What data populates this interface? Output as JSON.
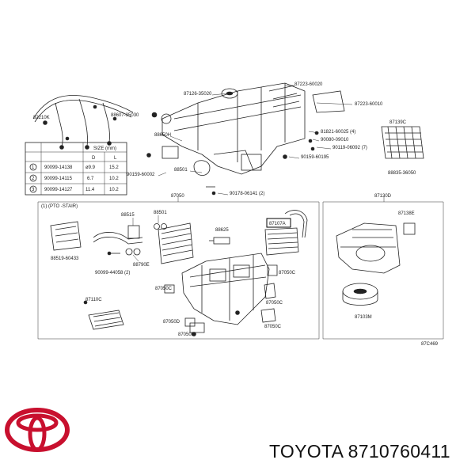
{
  "labels": {
    "l82210K": "82210K",
    "l88607": "88607-35030",
    "l87126": "87126-35020",
    "l87223": "87223-60020",
    "l87223b": "87223-60010",
    "l88650H": "88650H",
    "l81821": "81821-60025 (4)",
    "l90080": "90080-09010",
    "l90119a": "90119-06092 (7)",
    "l87139C": "87139C",
    "l90139b": "90159-60195",
    "l90159": "90159-60002",
    "l88501": "88501",
    "l88835": "88835-36050",
    "l90178": "90178-06141 (2)",
    "l87050": "87050",
    "l87130D": "87130D",
    "l88515": "88515",
    "l88501b": "88501",
    "l88625": "88625",
    "l87107A": "87107A",
    "l87138E": "87138E",
    "l88519": "88519-60433",
    "l88790E": "88790E",
    "l90099": "90099-44058 (2)",
    "l87050C1": "87050C",
    "l87050C2": "87050C",
    "l87050C3": "87050C",
    "l87050C4": "87050C",
    "l87050D1": "87050D",
    "l87050D2": "87050D",
    "l87110C": "87110C",
    "l87103M": "87103M",
    "l87C469": "87C469",
    "subheader": "(1) (PTO -STAIR)",
    "caption": "TOYOTA 8710760411"
  },
  "spec_table": {
    "header": [
      "",
      "",
      "SIZE (mm)",
      ""
    ],
    "subheader": [
      "",
      "",
      "D",
      "L"
    ],
    "rows": [
      [
        "1",
        "90099-14138",
        "ø9.9",
        "15.2"
      ],
      [
        "2",
        "90099-14115",
        "6.7",
        "10.2"
      ],
      [
        "3",
        "90099-14127",
        "11.4",
        "10.2"
      ]
    ]
  },
  "brand_color": "#c8102e"
}
